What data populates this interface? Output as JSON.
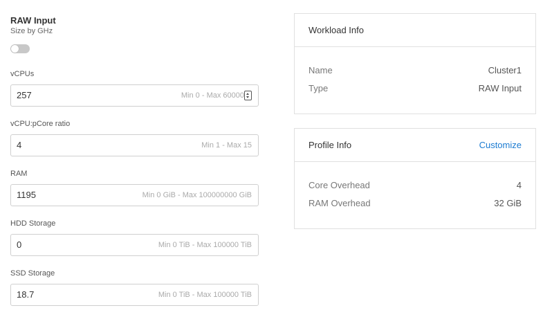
{
  "section": {
    "title": "RAW Input",
    "subtitle": "Size by GHz",
    "toggle_on": false
  },
  "fields": [
    {
      "label": "vCPUs",
      "value": "257",
      "hint": "Min 0 - Max 60000"
    },
    {
      "label": "vCPU:pCore ratio",
      "value": "4",
      "hint": "Min 1 - Max 15"
    },
    {
      "label": "RAM",
      "value": "1195",
      "hint": "Min 0 GiB - Max 100000000 GiB"
    },
    {
      "label": "HDD Storage",
      "value": "0",
      "hint": "Min 0 TiB - Max 100000 TiB"
    },
    {
      "label": "SSD Storage",
      "value": "18.7",
      "hint": "Min 0 TiB - Max 100000 TiB"
    }
  ],
  "workload_info": {
    "title": "Workload Info",
    "rows": [
      {
        "key": "Name",
        "value": "Cluster1"
      },
      {
        "key": "Type",
        "value": "RAW Input"
      }
    ]
  },
  "profile_info": {
    "title": "Profile Info",
    "action_label": "Customize",
    "rows": [
      {
        "key": "Core Overhead",
        "value": "4"
      },
      {
        "key": "RAM Overhead",
        "value": "32 GiB"
      }
    ]
  },
  "colors": {
    "link": "#1b7bd1",
    "border": "#cfcfcf",
    "toggle_off": "#c8c8c8"
  }
}
